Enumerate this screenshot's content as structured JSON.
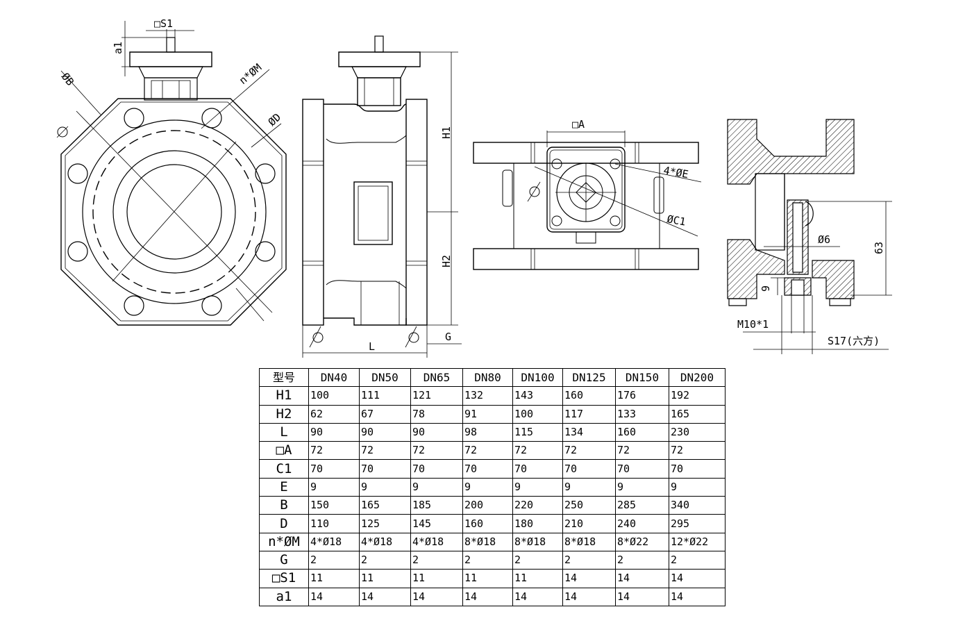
{
  "labels": {
    "s1": "□S1",
    "a1": "a1",
    "nm": "n*ØM",
    "b": "ØB",
    "d": "ØD",
    "h1": "H1",
    "h2": "H2",
    "l": "L",
    "g": "G",
    "a": "□A",
    "e": "4*ØE",
    "c1": "ØC1",
    "phi6": "Ø6",
    "dim63": "63",
    "dim9": "9",
    "m10": "M10*1",
    "s17": "S17(六方)"
  },
  "table": {
    "header": [
      "型号",
      "DN40",
      "DN50",
      "DN65",
      "DN80",
      "DN100",
      "DN125",
      "DN150",
      "DN200"
    ],
    "rows": [
      {
        "name": "H1",
        "values": [
          "100",
          "111",
          "121",
          "132",
          "143",
          "160",
          "176",
          "192"
        ]
      },
      {
        "name": "H2",
        "values": [
          "62",
          "67",
          "78",
          "91",
          "100",
          "117",
          "133",
          "165"
        ]
      },
      {
        "name": "L",
        "values": [
          "90",
          "90",
          "90",
          "98",
          "115",
          "134",
          "160",
          "230"
        ]
      },
      {
        "name": "□A",
        "values": [
          "72",
          "72",
          "72",
          "72",
          "72",
          "72",
          "72",
          "72"
        ]
      },
      {
        "name": "C1",
        "values": [
          "70",
          "70",
          "70",
          "70",
          "70",
          "70",
          "70",
          "70"
        ]
      },
      {
        "name": "E",
        "values": [
          "9",
          "9",
          "9",
          "9",
          "9",
          "9",
          "9",
          "9"
        ]
      },
      {
        "name": "B",
        "values": [
          "150",
          "165",
          "185",
          "200",
          "220",
          "250",
          "285",
          "340"
        ]
      },
      {
        "name": "D",
        "values": [
          "110",
          "125",
          "145",
          "160",
          "180",
          "210",
          "240",
          "295"
        ]
      },
      {
        "name": "n*ØM",
        "values": [
          "4*Ø18",
          "4*Ø18",
          "4*Ø18",
          "8*Ø18",
          "8*Ø18",
          "8*Ø18",
          "8*Ø22",
          "12*Ø22"
        ]
      },
      {
        "name": "G",
        "values": [
          "2",
          "2",
          "2",
          "2",
          "2",
          "2",
          "2",
          "2"
        ]
      },
      {
        "name": "□S1",
        "values": [
          "11",
          "11",
          "11",
          "11",
          "11",
          "14",
          "14",
          "14"
        ]
      },
      {
        "name": "a1",
        "values": [
          "14",
          "14",
          "14",
          "14",
          "14",
          "14",
          "14",
          "14"
        ]
      }
    ]
  }
}
